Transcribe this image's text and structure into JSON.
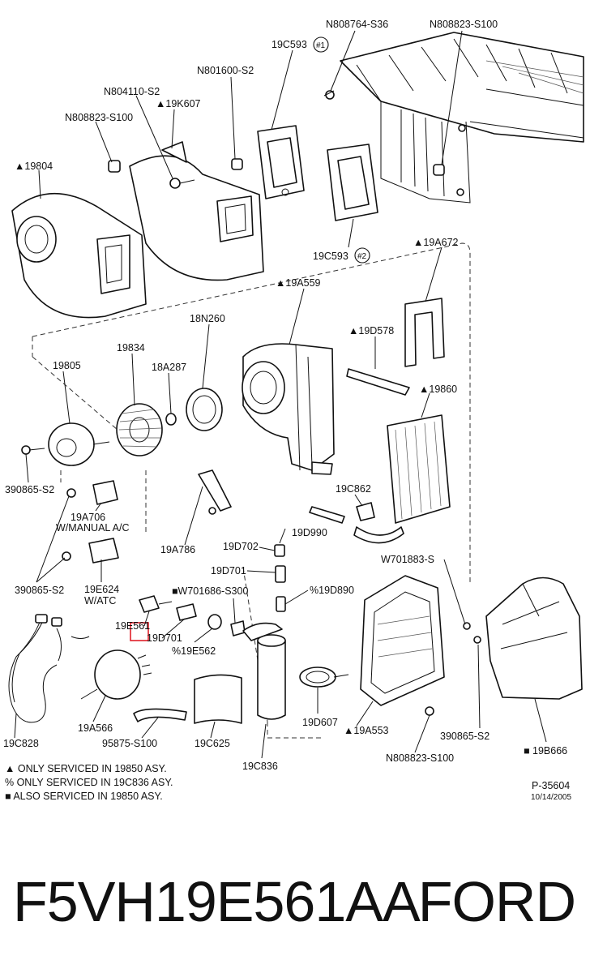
{
  "labels": {
    "l_19804": "▲19804",
    "l_N808823_S100_a": "N808823-S100",
    "l_N804110_S2": "N804110-S2",
    "l_19K607": "▲19K607",
    "l_N801600_S2": "N801600-S2",
    "l_19C593_1": "19C593",
    "l_N808764_S36": "N808764-S36",
    "l_N808823_S100_b": "N808823-S100",
    "l_19C593_2": "19C593",
    "l_19A672": "▲19A672",
    "l_19A559": "▲19A559",
    "l_18N260": "18N260",
    "l_19834": "19834",
    "l_19805": "19805",
    "l_18A287": "18A287",
    "l_19D578": "▲19D578",
    "l_19860": "▲19860",
    "l_390865_S2_a": "390865-S2",
    "l_19A706": "19A706",
    "l_w_manual_ac": "W/MANUAL A/C",
    "l_19A786": "19A786",
    "l_19C862": "19C862",
    "l_19D702": "19D702",
    "l_19D990": "19D990",
    "l_W701883_S": "W701883-S",
    "l_19D701_a": "19D701",
    "l_W701686_S300": "■W701686-S300",
    "l_19D890": "%19D890",
    "l_390865_S2_b": "390865-S2",
    "l_19E624": "19E624",
    "l_w_atc": "W/ATC",
    "l_19E561": "19E561",
    "l_19D701_b": "19D701",
    "l_19E562": "%19E562",
    "l_19C828": "19C828",
    "l_19A566": "19A566",
    "l_95875_S100": "95875-S100",
    "l_19C625": "19C625",
    "l_19C836": "19C836",
    "l_19D607": "19D607",
    "l_19A553": "▲19A553",
    "l_N808823_S100_c": "N808823-S100",
    "l_390865_S2_c": "390865-S2",
    "l_19B666": "■ 19B666"
  },
  "callouts": {
    "c1": "#1",
    "c2": "#2"
  },
  "legend": {
    "line1": "▲ ONLY SERVICED IN 19850 ASY.",
    "line2": "% ONLY SERVICED IN 19C836 ASY.",
    "line3": "■ ALSO SERVICED IN 19850 ASY."
  },
  "ref": {
    "code": "P-35604",
    "date": "10/14/2005"
  },
  "caption": {
    "part_number": "F5VH19E561AA",
    "make": "FORD"
  },
  "colors": {
    "highlight": "#e0202a",
    "ink": "#111111"
  }
}
